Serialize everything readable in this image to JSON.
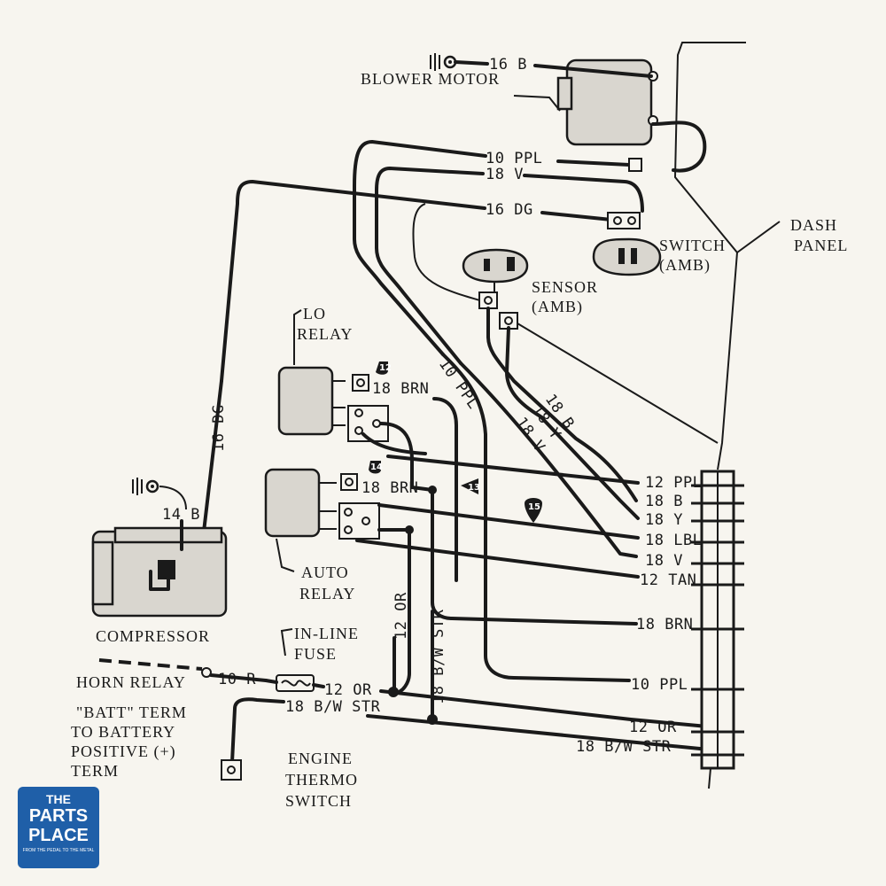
{
  "wire_labels": {
    "blower_16b": "16 B",
    "ppl_10_top": "10 PPL",
    "v_18_top": "18 V",
    "dg_16_top": "16 DG",
    "dg_16_vertical": "16 DG",
    "ppl_10_diag": "10 PPL",
    "b_18_diag": "18 B",
    "y_18_diag": "18 Y",
    "v_18_diag": "18 V",
    "brn_18_lo": "18 BRN",
    "brn_18_auto": "18 BRN",
    "b_14_comp": "14 B",
    "or_12_vertical": "12 OR",
    "bw_18_vertical": "18 B/W STR",
    "r_10": "10 R",
    "or_12_fuse": "12 OR",
    "bw_18_bottom": "18 B/W STR"
  },
  "connector_labels": [
    "12 PPL",
    "18 B",
    "18 Y",
    "18 LBL",
    "18 V",
    "12 TAN",
    "18 BRN",
    "10 PPL",
    "12 OR",
    "18 B/W STR"
  ],
  "component_labels": {
    "blower_motor": "BLOWER MOTOR",
    "dash_panel_1": "DASH",
    "dash_panel_2": "PANEL",
    "switch_1": "SWITCH",
    "switch_2": "(AMB)",
    "sensor_1": "SENSOR",
    "sensor_2": "(AMB)",
    "lo_relay_1": "LO",
    "lo_relay_2": "RELAY",
    "auto_relay_1": "AUTO",
    "auto_relay_2": "RELAY",
    "compressor": "COMPRESSOR",
    "inline_fuse_1": "IN-LINE",
    "inline_fuse_2": "FUSE",
    "horn_1": "HORN RELAY",
    "horn_2": "\"BATT\" TERM",
    "horn_3": "TO BATTERY",
    "horn_4": "POSITIVE (+)",
    "horn_5": "TERM",
    "engine_1": "ENGINE",
    "engine_2": "THERMO",
    "engine_3": "SWITCH"
  },
  "callouts": [
    "12",
    "14",
    "13",
    "15"
  ],
  "logo": {
    "line1": "THE",
    "line2a": "PARTS",
    "line2b": "PLACE",
    "tagline": "FROM THE PEDAL TO THE METAL",
    "color": "#1f5fa8"
  }
}
